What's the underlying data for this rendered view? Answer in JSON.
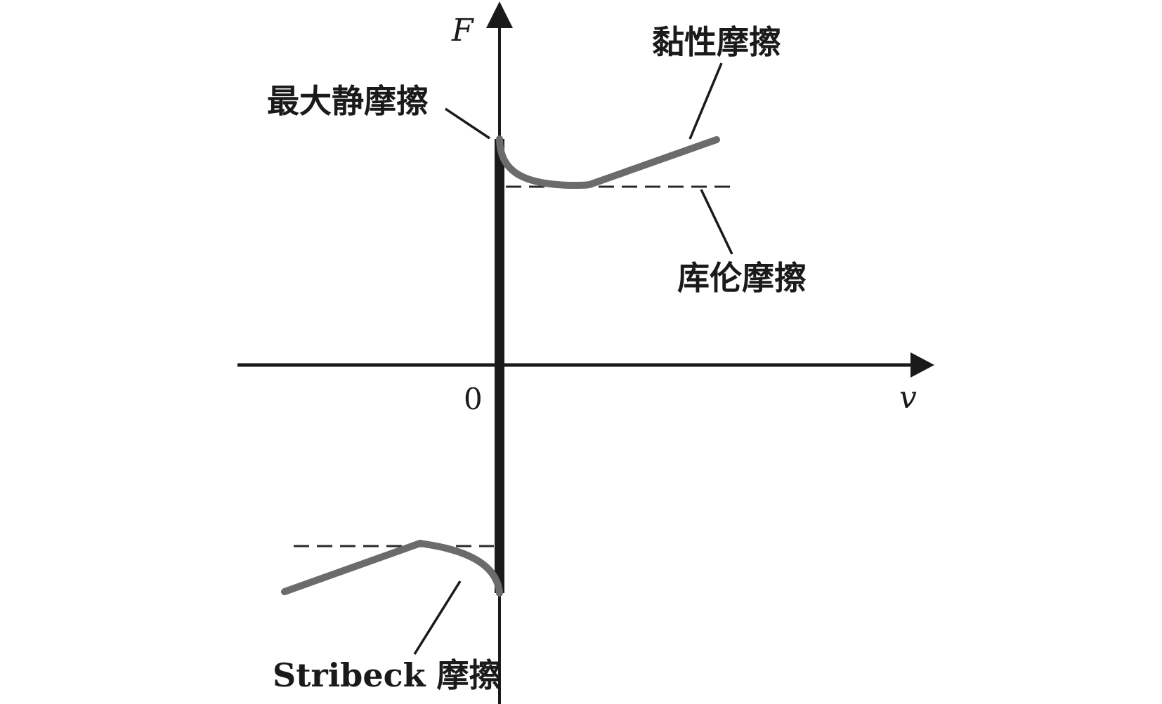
{
  "axes": {
    "y_label": "F",
    "x_label": "v",
    "origin_label": "0"
  },
  "annotations": {
    "max_static": "最大静摩擦",
    "viscous": "黏性摩擦",
    "coulomb": "库伦摩擦",
    "stribeck": "Stribeck 摩擦"
  },
  "colors": {
    "axis": "#1a1a1a",
    "curve": "#6b6b6b",
    "dashed": "#2a2a2a",
    "text": "#1a1a1a"
  }
}
